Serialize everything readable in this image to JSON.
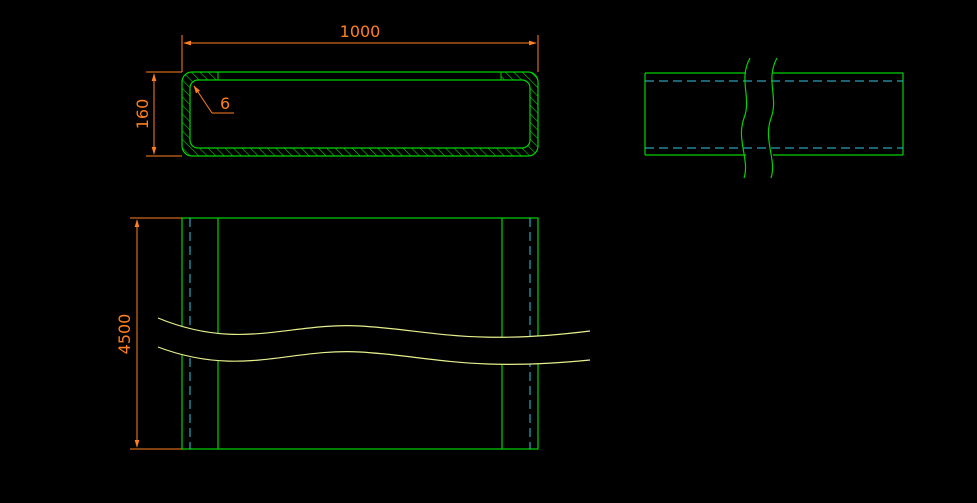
{
  "colors": {
    "background": "#000000",
    "outline": "#00d400",
    "dimension": "#ff7f1e",
    "hidden_line": "#35c6e6",
    "break_line": "#e6f08c"
  },
  "dimensions": {
    "width": "1000",
    "height": "160",
    "wall_thickness": "6",
    "length": "4500"
  }
}
